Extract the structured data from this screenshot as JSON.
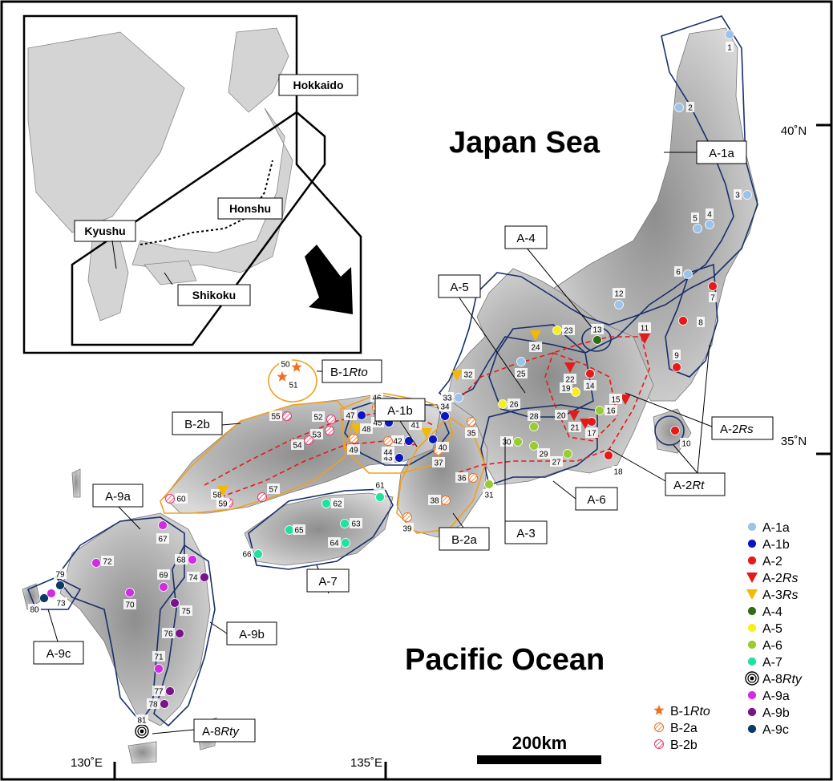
{
  "seas": {
    "japan_sea": "Japan Sea",
    "pacific_ocean": "Pacific Ocean"
  },
  "coords": {
    "lat40": "40˚N",
    "lat35": "35˚N",
    "lon130": "130˚E",
    "lon135": "135˚E"
  },
  "scale_bar": "200km",
  "inset": {
    "hokkaido": "Hokkaido",
    "honshu": "Honshu",
    "kyushu": "Kyushu",
    "shikoku": "Shikoku"
  },
  "region_labels": {
    "a1a": "A-1a",
    "a1b": "A-1b",
    "a4": "A-4",
    "a5": "A-5",
    "b1rto_prefix": "B-1",
    "b1rto_suffix": "Rto",
    "b2b": "B-2b",
    "a2rs_prefix": "A-2",
    "a2rs_suffix": "Rs",
    "a2rt_prefix": "A-2",
    "a2rt_suffix": "Rt",
    "a3": "A-3",
    "a6": "A-6",
    "a7": "A-7",
    "b2a": "B-2a",
    "a9a": "A-9a",
    "a9b": "A-9b",
    "a9c": "A-9c",
    "a8rty_prefix": "A-8",
    "a8rty_suffix": "Rty"
  },
  "colors": {
    "A-1a": "#9cc3e8",
    "A-1b": "#0b16c2",
    "A-2": "#e51a1a",
    "A-2Rs": "#e51a1a",
    "A-3Rs": "#f5b800",
    "A-4": "#2e6d12",
    "A-5": "#f5f01a",
    "A-6": "#9bcc2f",
    "A-7": "#1ee2a0",
    "A-9a": "#d22be6",
    "A-9b": "#7a1288",
    "A-9c": "#0d3a63",
    "B-1Rto": "#f07020",
    "B-2a": "#f07020",
    "B-2b": "#e83a6a",
    "outline_a": "#1a2f6b",
    "outline_b": "#f0a020",
    "dashed": "#e51a1a"
  },
  "legend": [
    {
      "prefix": "A-1a",
      "suffix": "",
      "symbol": "circle",
      "color": "#9cc3e8"
    },
    {
      "prefix": "A-1b",
      "suffix": "",
      "symbol": "circle",
      "color": "#0b16c2"
    },
    {
      "prefix": "A-2",
      "suffix": "",
      "symbol": "circle",
      "color": "#e51a1a"
    },
    {
      "prefix": "A-2",
      "suffix": "Rs",
      "symbol": "tri",
      "color": "#e51a1a"
    },
    {
      "prefix": "A-3",
      "suffix": "Rs",
      "symbol": "tri",
      "color": "#f5b800"
    },
    {
      "prefix": "A-4",
      "suffix": "",
      "symbol": "circle",
      "color": "#2e6d12"
    },
    {
      "prefix": "A-5",
      "suffix": "",
      "symbol": "circle",
      "color": "#f5f01a"
    },
    {
      "prefix": "A-6",
      "suffix": "",
      "symbol": "circle",
      "color": "#9bcc2f"
    },
    {
      "prefix": "A-7",
      "suffix": "",
      "symbol": "circle",
      "color": "#1ee2a0"
    },
    {
      "prefix": "A-8",
      "suffix": "Rty",
      "symbol": "target",
      "color": "#000000"
    },
    {
      "prefix": "A-9a",
      "suffix": "",
      "symbol": "circle",
      "color": "#d22be6"
    },
    {
      "prefix": "A-9b",
      "suffix": "",
      "symbol": "circle",
      "color": "#7a1288"
    },
    {
      "prefix": "A-9c",
      "suffix": "",
      "symbol": "circle",
      "color": "#0d3a63"
    }
  ],
  "legend_b": [
    {
      "prefix": "B-1",
      "suffix": "Rto",
      "symbol": "star",
      "color": "#f07020"
    },
    {
      "prefix": "B-2a",
      "suffix": "",
      "symbol": "hatch",
      "color": "#f07020"
    },
    {
      "prefix": "B-2b",
      "suffix": "",
      "symbol": "hatch",
      "color": "#e83a6a"
    }
  ],
  "sites": [
    {
      "id": "1",
      "group": "A-1a",
      "symbol": "circle"
    },
    {
      "id": "2",
      "group": "A-1a",
      "symbol": "circle"
    },
    {
      "id": "3",
      "group": "A-1a",
      "symbol": "circle"
    },
    {
      "id": "4",
      "group": "A-1a",
      "symbol": "circle"
    },
    {
      "id": "5",
      "group": "A-1a",
      "symbol": "circle"
    },
    {
      "id": "6",
      "group": "A-1a",
      "symbol": "circle"
    },
    {
      "id": "7",
      "group": "A-2",
      "symbol": "circle"
    },
    {
      "id": "8",
      "group": "A-2",
      "symbol": "circle"
    },
    {
      "id": "9",
      "group": "A-2",
      "symbol": "circle"
    },
    {
      "id": "10",
      "group": "A-2",
      "symbol": "circle"
    },
    {
      "id": "11",
      "group": "A-2Rs",
      "symbol": "tri"
    },
    {
      "id": "12",
      "group": "A-1a",
      "symbol": "circle"
    },
    {
      "id": "13",
      "group": "A-4",
      "symbol": "circle"
    },
    {
      "id": "14",
      "group": "A-2",
      "symbol": "circle"
    },
    {
      "id": "15",
      "group": "A-2Rs",
      "symbol": "tri"
    },
    {
      "id": "16",
      "group": "A-6",
      "symbol": "circle"
    },
    {
      "id": "17",
      "group": "A-2",
      "symbol": "circle"
    },
    {
      "id": "18",
      "group": "A-2",
      "symbol": "circle"
    },
    {
      "id": "19",
      "group": "A-5",
      "symbol": "circle"
    },
    {
      "id": "20",
      "group": "A-2Rs",
      "symbol": "tri"
    },
    {
      "id": "21",
      "group": "A-2Rs",
      "symbol": "tri"
    },
    {
      "id": "22",
      "group": "A-2Rs",
      "symbol": "tri"
    },
    {
      "id": "23",
      "group": "A-5",
      "symbol": "circle"
    },
    {
      "id": "24",
      "group": "A-3Rs",
      "symbol": "tri"
    },
    {
      "id": "25",
      "group": "A-1a",
      "symbol": "circle"
    },
    {
      "id": "26",
      "group": "A-5",
      "symbol": "circle"
    },
    {
      "id": "27",
      "group": "A-6",
      "symbol": "circle"
    },
    {
      "id": "28",
      "group": "A-6",
      "symbol": "circle"
    },
    {
      "id": "29",
      "group": "A-6",
      "symbol": "circle"
    },
    {
      "id": "30",
      "group": "A-6",
      "symbol": "circle"
    },
    {
      "id": "31",
      "group": "A-6",
      "symbol": "circle"
    },
    {
      "id": "32",
      "group": "A-3Rs",
      "symbol": "tri"
    },
    {
      "id": "33",
      "group": "A-1a",
      "symbol": "circle"
    },
    {
      "id": "34",
      "group": "A-1b",
      "symbol": "circle"
    },
    {
      "id": "35",
      "group": "B-2a",
      "symbol": "hatch"
    },
    {
      "id": "36",
      "group": "B-2a",
      "symbol": "hatch"
    },
    {
      "id": "37",
      "group": "B-2a",
      "symbol": "hatch"
    },
    {
      "id": "38",
      "group": "B-2a",
      "symbol": "hatch"
    },
    {
      "id": "39",
      "group": "B-2a",
      "symbol": "hatch"
    },
    {
      "id": "40",
      "group": "A-1b",
      "symbol": "circle"
    },
    {
      "id": "41",
      "group": "A-3Rs",
      "symbol": "tri"
    },
    {
      "id": "42",
      "group": "A-1b",
      "symbol": "circle"
    },
    {
      "id": "43",
      "group": "A-1b",
      "symbol": "circle"
    },
    {
      "id": "44",
      "group": "B-2a",
      "symbol": "hatch"
    },
    {
      "id": "45",
      "group": "A-1b",
      "symbol": "circle"
    },
    {
      "id": "46",
      "group": "B-2a",
      "symbol": "hatch"
    },
    {
      "id": "47",
      "group": "A-1b",
      "symbol": "circle"
    },
    {
      "id": "48",
      "group": "A-3Rs",
      "symbol": "tri"
    },
    {
      "id": "49",
      "group": "B-2a",
      "symbol": "hatch"
    },
    {
      "id": "50",
      "group": "B-1Rto",
      "symbol": "star"
    },
    {
      "id": "51",
      "group": "B-1Rto",
      "symbol": "star"
    },
    {
      "id": "52",
      "group": "B-2b",
      "symbol": "hatch"
    },
    {
      "id": "53",
      "group": "B-2b",
      "symbol": "hatch"
    },
    {
      "id": "54",
      "group": "B-2b",
      "symbol": "hatch"
    },
    {
      "id": "55",
      "group": "B-2b",
      "symbol": "hatch"
    },
    {
      "id": "57",
      "group": "B-2b",
      "symbol": "hatch"
    },
    {
      "id": "58",
      "group": "B-2b",
      "symbol": "hatch"
    },
    {
      "id": "59",
      "group": "A-3Rs",
      "symbol": "tri"
    },
    {
      "id": "60",
      "group": "B-2b",
      "symbol": "hatch"
    },
    {
      "id": "61",
      "group": "A-7",
      "symbol": "circle"
    },
    {
      "id": "62",
      "group": "A-7",
      "symbol": "circle"
    },
    {
      "id": "63",
      "group": "A-7",
      "symbol": "circle"
    },
    {
      "id": "64",
      "group": "A-7",
      "symbol": "circle"
    },
    {
      "id": "65",
      "group": "A-7",
      "symbol": "circle"
    },
    {
      "id": "66",
      "group": "A-7",
      "symbol": "circle"
    },
    {
      "id": "67",
      "group": "A-9a",
      "symbol": "circle"
    },
    {
      "id": "68",
      "group": "A-9a",
      "symbol": "circle"
    },
    {
      "id": "69",
      "group": "A-9a",
      "symbol": "circle"
    },
    {
      "id": "70",
      "group": "A-9a",
      "symbol": "circle"
    },
    {
      "id": "71",
      "group": "A-9a",
      "symbol": "circle"
    },
    {
      "id": "72",
      "group": "A-9a",
      "symbol": "circle"
    },
    {
      "id": "73",
      "group": "A-9a",
      "symbol": "circle"
    },
    {
      "id": "74",
      "group": "A-9b",
      "symbol": "circle"
    },
    {
      "id": "75",
      "group": "A-9b",
      "symbol": "circle"
    },
    {
      "id": "76",
      "group": "A-9b",
      "symbol": "circle"
    },
    {
      "id": "77",
      "group": "A-9b",
      "symbol": "circle"
    },
    {
      "id": "78",
      "group": "A-9b",
      "symbol": "circle"
    },
    {
      "id": "79",
      "group": "A-9c",
      "symbol": "circle"
    },
    {
      "id": "80",
      "group": "A-9c",
      "symbol": "circle"
    },
    {
      "id": "81",
      "group": "A-8Rty",
      "symbol": "target"
    }
  ]
}
